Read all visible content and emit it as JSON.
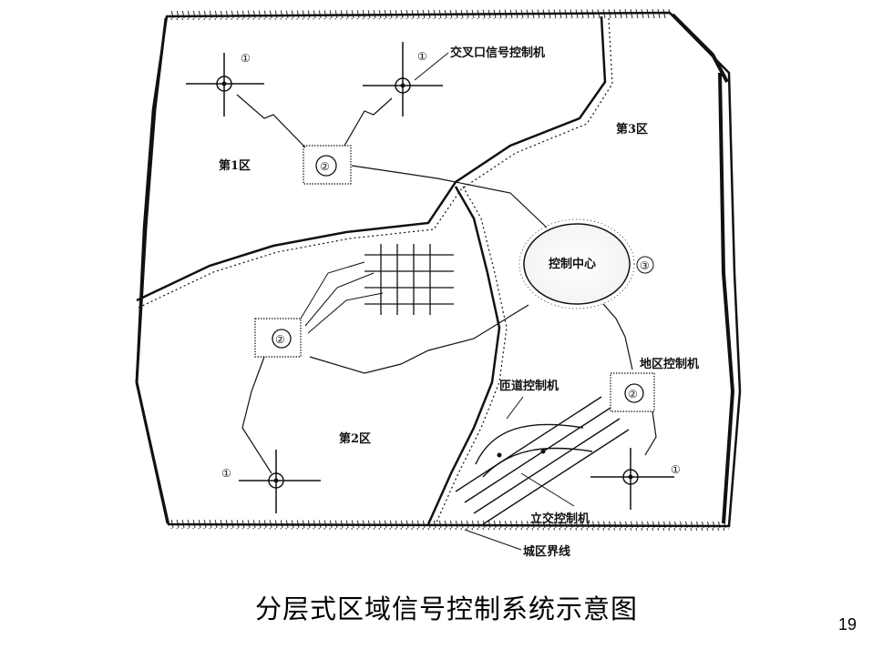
{
  "diagram": {
    "regions": {
      "zone1": "第1区",
      "zone2": "第2区",
      "zone3": "第3区"
    },
    "labels": {
      "intersection_controller": "交叉口信号控制机",
      "control_center": "控制中心",
      "area_controller": "地区控制机",
      "ramp_controller": "匝道控制机",
      "interchange_controller": "立交控制机",
      "city_boundary": "城区界线"
    },
    "markers": {
      "level1": "①",
      "level2": "②",
      "level3": "③"
    }
  },
  "caption": "分层式区域信号控制系统示意图",
  "page_number": "19"
}
